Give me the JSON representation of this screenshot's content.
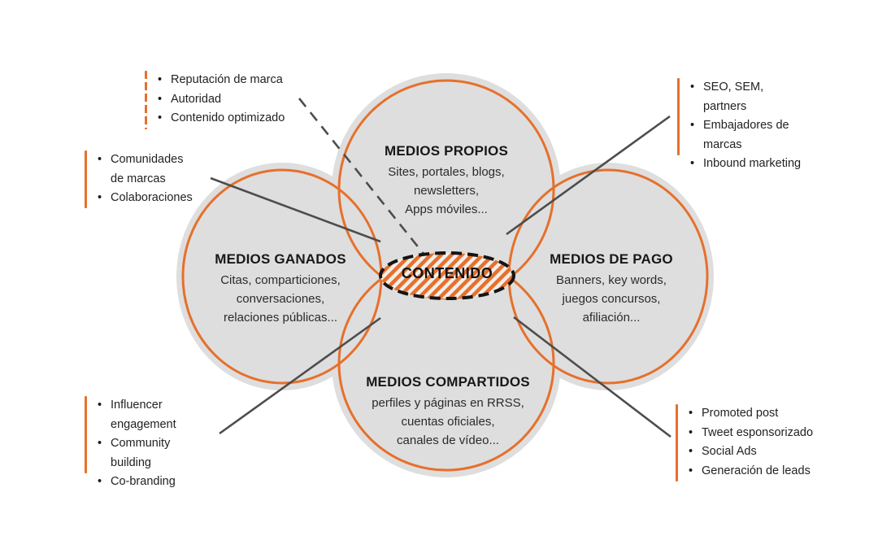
{
  "title": "PESO media venn diagram",
  "colors": {
    "orange": "#E6702C",
    "circle_fill": "#DEDEDE",
    "connector": "#4D4D4D",
    "text": "#1F1F1F",
    "hatch_background": "#F1EFEC"
  },
  "center": {
    "label": "CONTENIDO"
  },
  "circles": {
    "top": {
      "title": "MEDIOS PROPIOS",
      "lines": [
        "Sites, portales, blogs,",
        "newsletters,",
        "Apps móviles..."
      ]
    },
    "left": {
      "title": "MEDIOS GANADOS",
      "lines": [
        "Citas, comparticiones,",
        "conversaciones,",
        "relaciones públicas..."
      ]
    },
    "right": {
      "title": "MEDIOS DE PAGO",
      "lines": [
        "Banners, key words,",
        "juegos concursos,",
        "afiliación..."
      ]
    },
    "bottom": {
      "title": "MEDIOS COMPARTIDOS",
      "lines": [
        "perfiles y páginas en RRSS,",
        "cuentas oficiales,",
        "canales de vídeo..."
      ]
    }
  },
  "annotations": {
    "top_left": {
      "items": [
        "Reputación de marca",
        "Autoridad",
        "Contenido optimizado"
      ]
    },
    "mid_left": {
      "items": [
        "Comunidades de marcas",
        "Colaboraciones"
      ]
    },
    "top_right": {
      "items": [
        "SEO, SEM, partners",
        "Embajadores de marcas",
        "Inbound marketing"
      ]
    },
    "bottom_left": {
      "items": [
        "Influencer engagement",
        "Community building",
        "Co-branding"
      ]
    },
    "bottom_right": {
      "items": [
        "Promoted post",
        "Tweet esponsorizado",
        "Social Ads",
        "Generación de leads"
      ]
    }
  }
}
